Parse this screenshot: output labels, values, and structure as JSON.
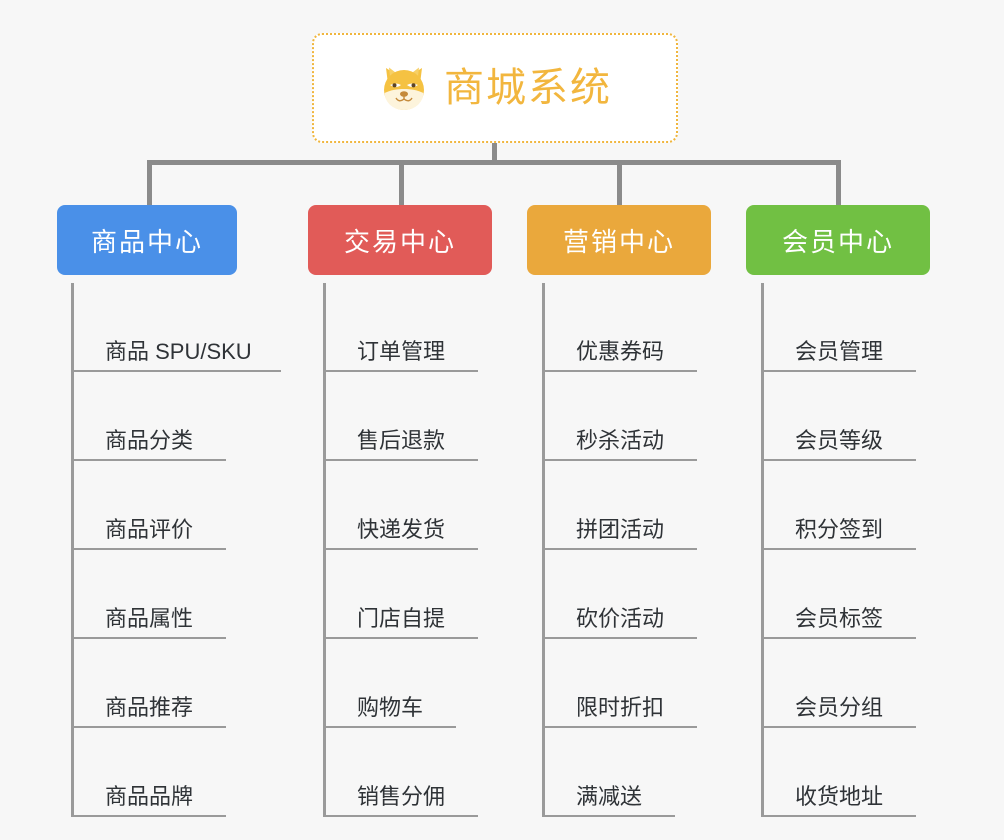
{
  "diagram": {
    "type": "tree",
    "background": "#f7f7f7",
    "root": {
      "title": "商城系统",
      "icon": "dog-face-icon",
      "border_color": "#f0b63e",
      "text_color": "#f2b63e",
      "background": "#ffffff"
    },
    "connector_color": "#8b8b8b",
    "leaf_line_color": "#9a9a9a",
    "branches": [
      {
        "label": "商品中心",
        "color": "#4a90e8",
        "items": [
          "商品 SPU/SKU",
          "商品分类",
          "商品评价",
          "商品属性",
          "商品推荐",
          "商品品牌"
        ]
      },
      {
        "label": "交易中心",
        "color": "#e15b58",
        "items": [
          "订单管理",
          "售后退款",
          "快递发货",
          "门店自提",
          "购物车",
          "销售分佣"
        ]
      },
      {
        "label": "营销中心",
        "color": "#eaa83c",
        "items": [
          "优惠券码",
          "秒杀活动",
          "拼团活动",
          "砍价活动",
          "限时折扣",
          "满减送"
        ]
      },
      {
        "label": "会员中心",
        "color": "#71c043",
        "items": [
          "会员管理",
          "会员等级",
          "积分签到",
          "会员标签",
          "会员分组",
          "收货地址"
        ]
      }
    ]
  }
}
